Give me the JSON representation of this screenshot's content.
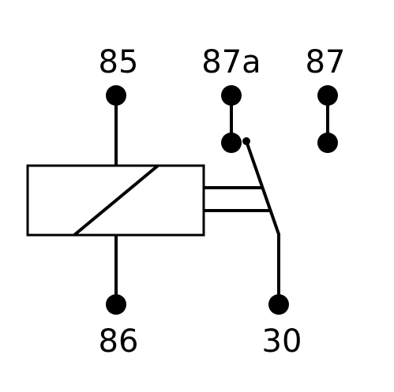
{
  "pins": {
    "p85": "85",
    "p86": "86",
    "p87a": "87a",
    "p87": "87",
    "p30": "30"
  },
  "colors": {
    "ink": "#000000",
    "background": "#ffffff"
  }
}
